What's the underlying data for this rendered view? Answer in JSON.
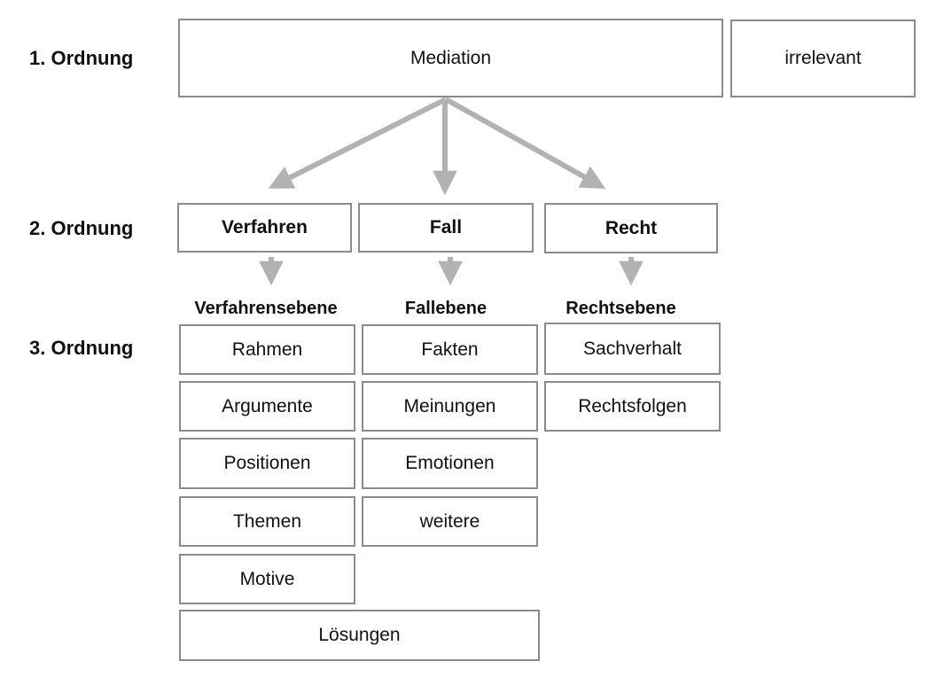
{
  "diagram": {
    "level_labels": [
      "1. Ordnung",
      "2. Ordnung",
      "3. Ordnung"
    ],
    "root_box": "Mediation",
    "irrelevant_box": "irrelevant",
    "columns": [
      {
        "header": "Verfahren",
        "level_label": "Verfahrensebene",
        "items": [
          "Rahmen",
          "Argumente",
          "Positionen",
          "Themen",
          "Motive"
        ]
      },
      {
        "header": "Fall",
        "level_label": "Fallebene",
        "items": [
          "Fakten",
          "Meinungen",
          "Emotionen",
          "weitere"
        ]
      },
      {
        "header": "Recht",
        "level_label": "Rechtsebene",
        "items": [
          "Sachverhalt",
          "Rechtsfolgen"
        ]
      }
    ],
    "shared_box": "Lösungen",
    "colors": {
      "box_border": "#8b8b8b",
      "arrow": "#b2b2b2",
      "text": "#111111",
      "background": "#ffffff"
    }
  }
}
